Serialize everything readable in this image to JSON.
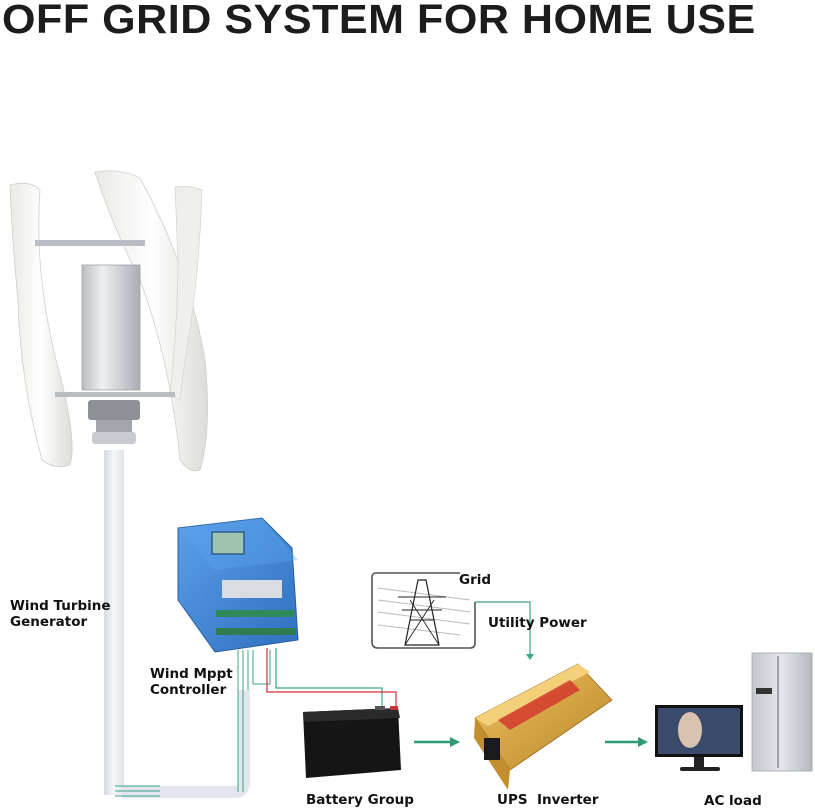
{
  "title": "OFF GRID SYSTEM FOR HOME USE",
  "components": {
    "wind_turbine": {
      "label_line1": "Wind Turbine",
      "label_line2": "Generator",
      "icon": "vertical-axis-wind-turbine"
    },
    "controller": {
      "label_line1": "Wind Mppt",
      "label_line2": "Controller",
      "icon": "mppt-charge-controller"
    },
    "grid": {
      "label": "Grid",
      "icon": "power-transmission-tower"
    },
    "utility_power": {
      "label": "Utility Power"
    },
    "battery": {
      "label": "Battery Group",
      "icon": "battery"
    },
    "inverter": {
      "label": "UPS  Inverter",
      "icon": "inverter"
    },
    "ac_load": {
      "label": "AC load",
      "icons": [
        "monitor",
        "refrigerator"
      ]
    }
  },
  "colors": {
    "title": "#1c1c1c",
    "wire_green": "#3aa38a",
    "wire_red": "#d2323c",
    "arrow": "#2f9a78",
    "controller_blue": "#3f86d6",
    "battery_black": "#151515",
    "inverter_gold": "#d9a93a",
    "pole": "#e6e9ef"
  },
  "flow": [
    "Wind Turbine Generator",
    "Wind Mppt Controller",
    "Battery Group",
    "UPS  Inverter",
    "AC load"
  ]
}
